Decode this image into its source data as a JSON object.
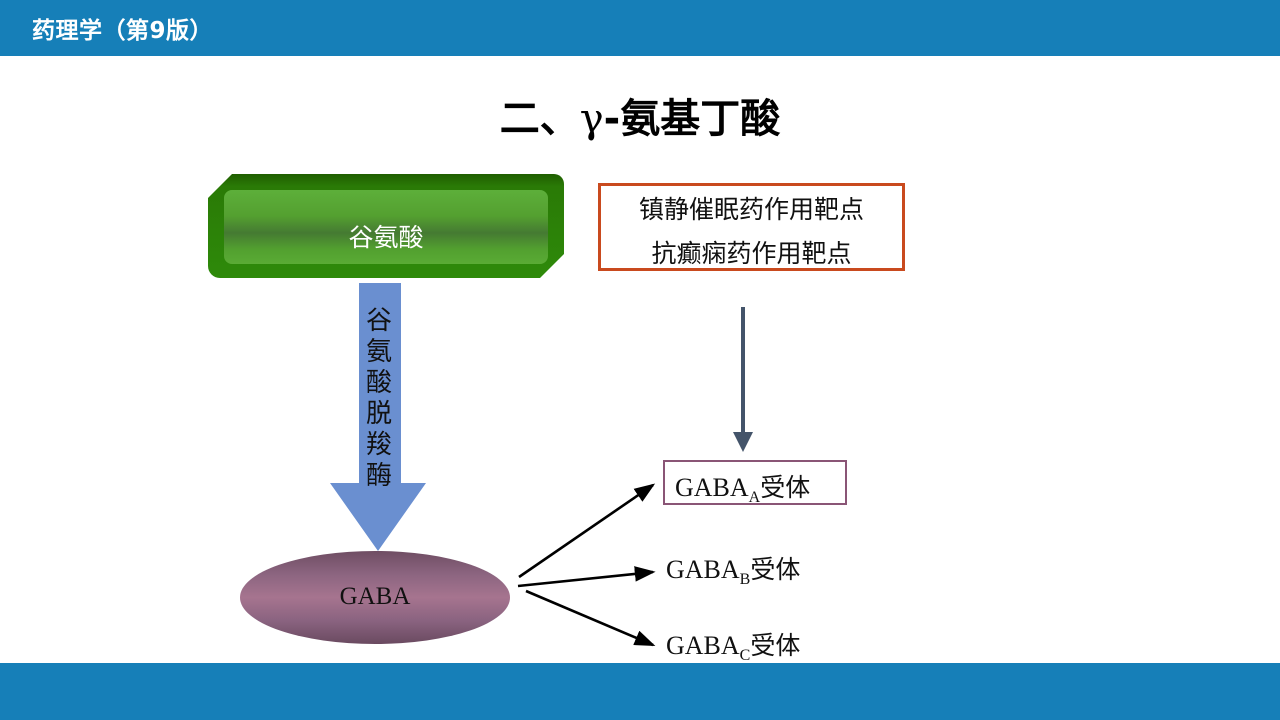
{
  "header": {
    "title": "药理学（第9版）"
  },
  "slide": {
    "title_prefix": "二、",
    "title_gamma": "γ",
    "title_rest": "-氨基丁酸"
  },
  "diagram": {
    "precursor": "谷氨酸",
    "enzyme": "谷氨酸脱羧酶",
    "product": "GABA",
    "targets": [
      "镇静催眠药作用靶点",
      "抗癫痫药作用靶点"
    ],
    "receptors": [
      {
        "base": "GABA",
        "subscript": "A",
        "suffix": "受体",
        "highlighted": true
      },
      {
        "base": "GABA",
        "subscript": "B",
        "suffix": "受体",
        "highlighted": false
      },
      {
        "base": "GABA",
        "subscript": "C",
        "suffix": "受体",
        "highlighted": false
      }
    ]
  },
  "colors": {
    "header_bar": "#167fb8",
    "precursor_green": "#2e8a0a",
    "enzyme_arrow_blue": "#6a8fd0",
    "product_mauve": "#a6748f",
    "target_border": "#c94a1e",
    "receptor_a_border": "#8a5576",
    "connector_dark": "#44546a"
  }
}
